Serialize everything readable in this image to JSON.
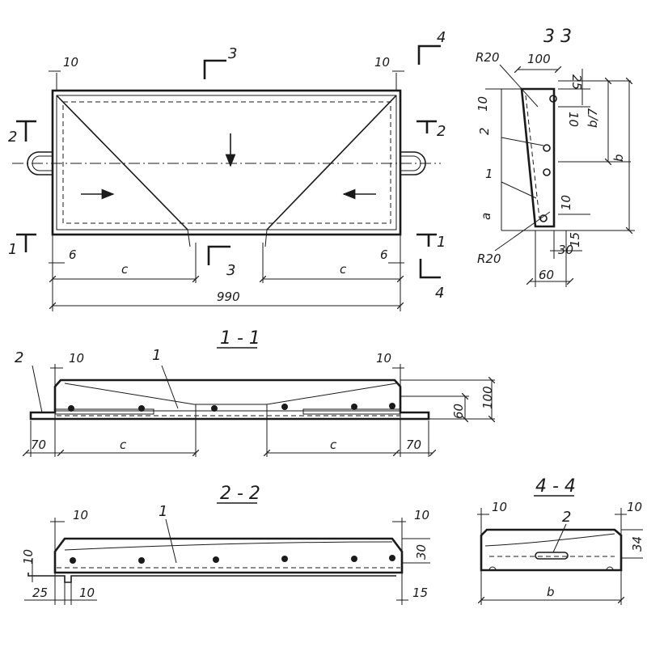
{
  "plan": {
    "overall_length": "990",
    "end_offset_left": "10",
    "end_offset_right": "10",
    "span_left": "c",
    "span_right": "c",
    "offset_left": "6",
    "offset_right": "6",
    "cut_1": "1",
    "cut_1b": "1",
    "cut_2": "2",
    "cut_2b": "2",
    "cut_3": "3",
    "cut_3b": "3",
    "cut_4": "4",
    "cut_4b": "4"
  },
  "section_3_3": {
    "title": "3  3",
    "radius_top": "R20",
    "radius_bottom": "R20",
    "width_100": "100",
    "dim_25": "25",
    "dim_10_top": "10",
    "dim_10_bottom": "10",
    "dim_b7": "b/7",
    "dim_b": "b",
    "dim_30": "30",
    "dim_15": "15",
    "dim_60": "60",
    "label_2": "2",
    "label_10": "10",
    "label_1": "1",
    "label_a": "a"
  },
  "section_1_1": {
    "title": "1 - 1",
    "left_10": "10",
    "right_10": "10",
    "callout_1": "1",
    "callout_2": "2",
    "height_100": "100",
    "height_60": "60",
    "left_70": "70",
    "right_70": "70",
    "span_left": "c",
    "span_right": "c"
  },
  "section_2_2": {
    "title": "2 - 2",
    "left_10": "10",
    "right_10": "10",
    "callout_1": "1",
    "height_30": "30",
    "height_10": "10",
    "bottom_25": "25",
    "bottom_10": "10",
    "bottom_15": "15"
  },
  "section_4_4": {
    "title": "4 - 4",
    "left_10": "10",
    "right_10": "10",
    "callout_2": "2",
    "height_34": "34",
    "width_b": "b"
  }
}
